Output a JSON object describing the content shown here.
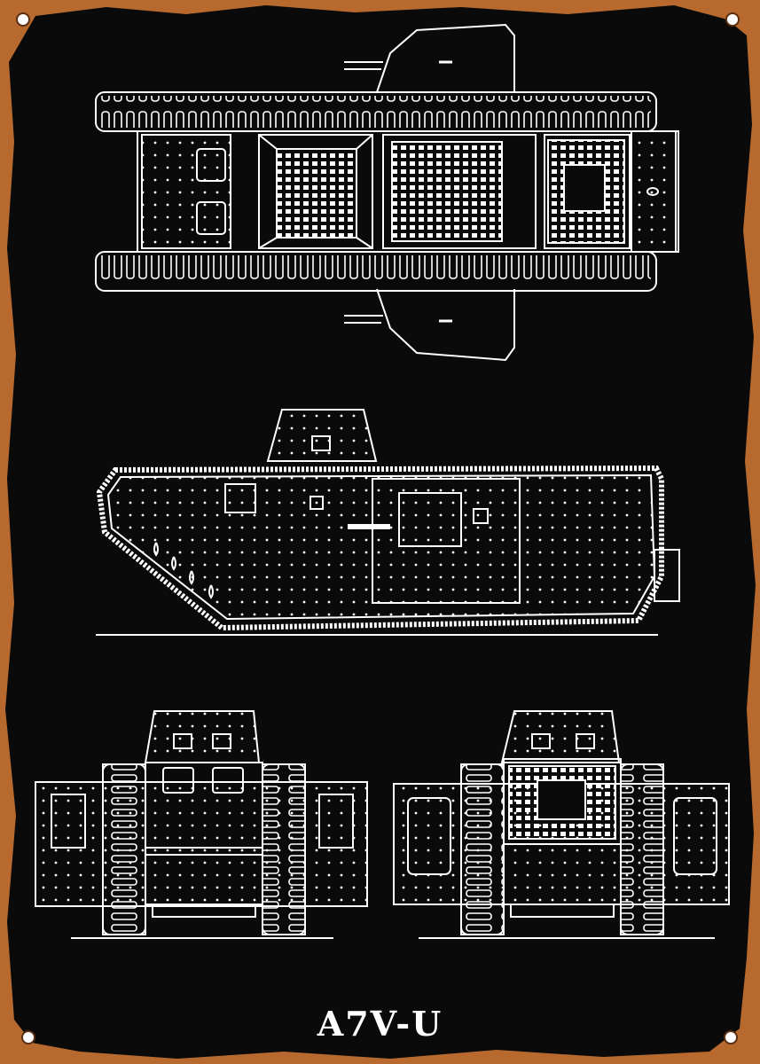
{
  "sign": {
    "title": "A7V-U",
    "colors": {
      "background": "#0a0a0a",
      "rust_border": "#b86a2e",
      "lines": "#ffffff"
    },
    "views": [
      "top-view",
      "side-view",
      "front-view",
      "rear-view"
    ]
  }
}
